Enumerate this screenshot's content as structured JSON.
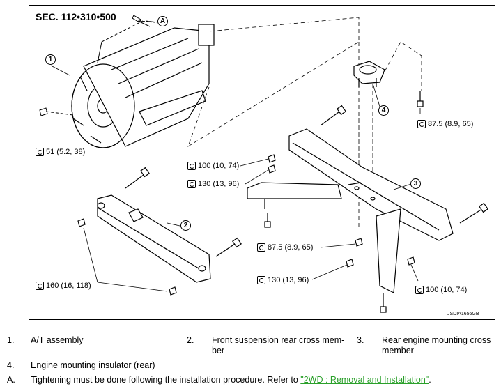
{
  "diagram": {
    "section_title": "SEC. 112•310•500",
    "image_code": "JSDIA1656GB",
    "callouts": [
      "1",
      "2",
      "3",
      "4",
      "A"
    ],
    "torques": [
      {
        "value": "51 (5.2, 38)"
      },
      {
        "value": "100 (10, 74)"
      },
      {
        "value": "130 (13, 96)"
      },
      {
        "value": "87.5 (8.9, 65)"
      },
      {
        "value": "87.5 (8.9, 65)"
      },
      {
        "value": "130 (13, 96)"
      },
      {
        "value": "160 (16, 118)"
      },
      {
        "value": "100 (10, 74)"
      }
    ]
  },
  "legend": {
    "items": [
      {
        "num": "1.",
        "text": "A/T assembly"
      },
      {
        "num": "2.",
        "text": "Front suspension rear cross mem-\nber"
      },
      {
        "num": "3.",
        "text": "Rear engine mounting cross\nmember"
      },
      {
        "num": "4.",
        "text": "Engine mounting insulator (rear)"
      },
      {
        "num": "A.",
        "text": "Tightening must be done following the installation procedure. Refer to "
      }
    ],
    "link_text": "\"2WD : Removal and Installation\"",
    "link_suffix": "."
  },
  "colors": {
    "link": "#2aa02a"
  }
}
